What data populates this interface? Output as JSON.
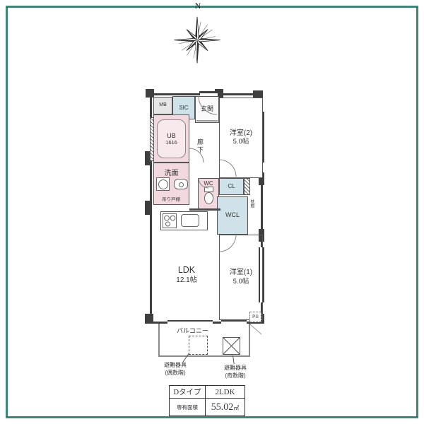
{
  "compass": {
    "north_label": "N"
  },
  "colors": {
    "frame": "#3c8577",
    "wall": "#3f3f3f",
    "wet_area_pink": "#f2d8df",
    "closet_blue": "#cfe2ea"
  },
  "labels": {
    "mb": "MB",
    "sic": "SIC",
    "genkan": "玄関",
    "ub": "UB",
    "ub_size": "1616",
    "rouka": "廊下",
    "senmen": "洗面",
    "tsuridana": "吊り戸棚",
    "room2": "洋室(2)",
    "room2_size": "5.0帖",
    "wc": "WC",
    "cl": "CL",
    "makuradana": "枕棚",
    "wcl": "WCL",
    "ldk": "LDK",
    "ldk_size": "12.1帖",
    "room1": "洋室(1)",
    "room1_size": "5.0帖",
    "ps": "PS",
    "balcony": "バルコニー",
    "hinan_even_line1": "避難器具",
    "hinan_even_line2": "(偶数階)",
    "hinan_odd_line1": "避難器具",
    "hinan_odd_line2": "(奇数階)"
  },
  "spec_table": {
    "type": "Dタイプ",
    "layout": "2LDK",
    "area_label": "専有面積",
    "area_value": "55.02",
    "area_unit": "㎡"
  }
}
